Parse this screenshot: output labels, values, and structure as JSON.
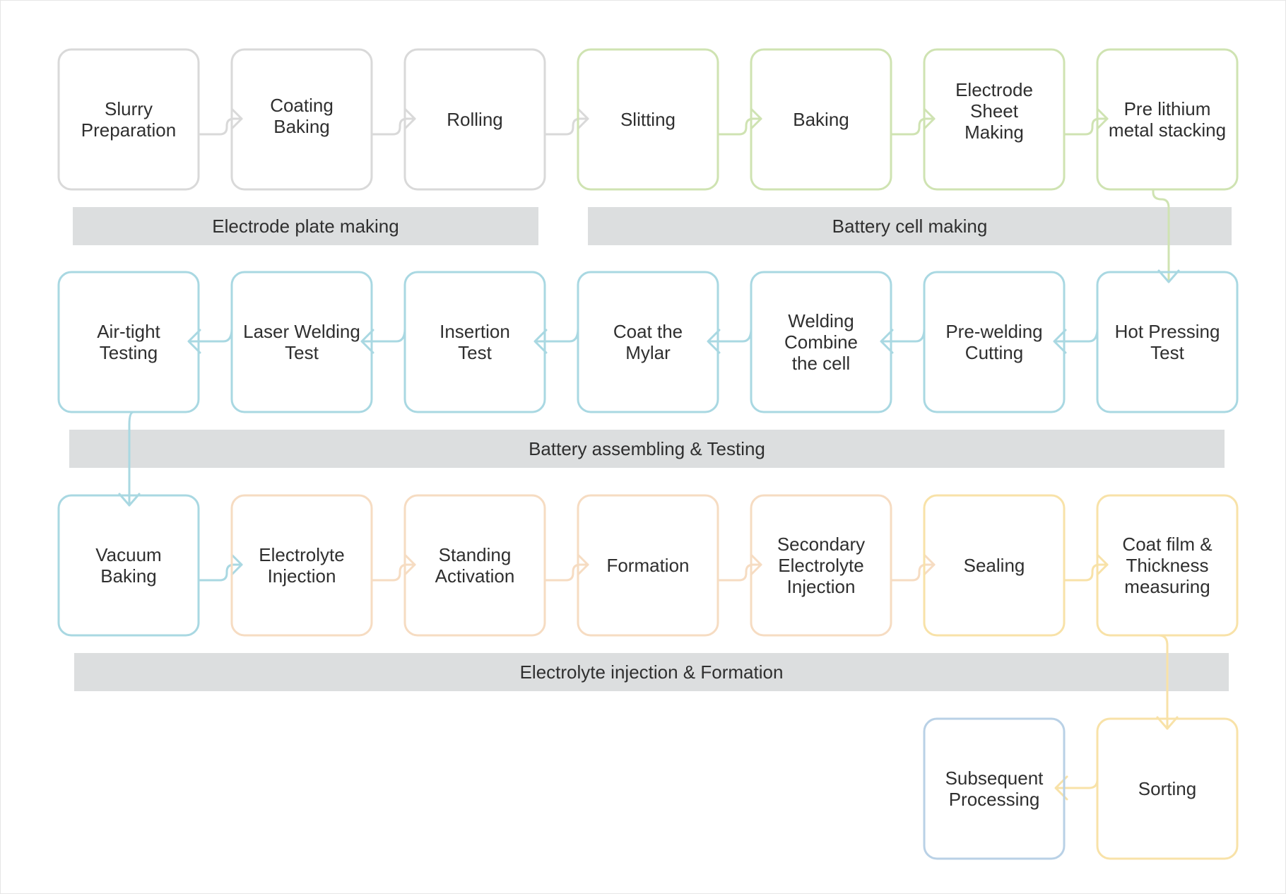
{
  "colors": {
    "gray": "#d9d9d9",
    "green": "#cfe3b2",
    "blue": "#a9d8e2",
    "peach": "#f6dcc2",
    "yellow": "#f8e2a8",
    "lightblue": "#b9d1e6",
    "band": "#dcdedf",
    "text": "#2f2f2f"
  },
  "steps": [
    {
      "id": "slurry",
      "lines": [
        "Slurry",
        "Preparation"
      ],
      "color": "gray"
    },
    {
      "id": "coating",
      "lines": [
        "Coating",
        "Baking"
      ],
      "color": "gray"
    },
    {
      "id": "rolling",
      "lines": [
        "Rolling"
      ],
      "color": "gray"
    },
    {
      "id": "slitting",
      "lines": [
        "Slitting"
      ],
      "color": "green"
    },
    {
      "id": "baking",
      "lines": [
        "Baking"
      ],
      "color": "green"
    },
    {
      "id": "electrode",
      "lines": [
        "Electrode",
        "Sheet",
        "Making"
      ],
      "color": "green"
    },
    {
      "id": "prelithium",
      "lines": [
        "Pre lithium",
        "metal stacking"
      ],
      "color": "green"
    },
    {
      "id": "hotpress",
      "lines": [
        "Hot Pressing",
        "Test"
      ],
      "color": "blue"
    },
    {
      "id": "prewelding",
      "lines": [
        "Pre-welding",
        "Cutting"
      ],
      "color": "blue"
    },
    {
      "id": "welding",
      "lines": [
        "Welding",
        "Combine",
        "the cell"
      ],
      "color": "blue"
    },
    {
      "id": "mylar",
      "lines": [
        "Coat the",
        "Mylar"
      ],
      "color": "blue"
    },
    {
      "id": "insertion",
      "lines": [
        "Insertion",
        "Test"
      ],
      "color": "blue"
    },
    {
      "id": "laser",
      "lines": [
        "Laser Welding",
        "Test"
      ],
      "color": "blue"
    },
    {
      "id": "airtight",
      "lines": [
        "Air-tight",
        "Testing"
      ],
      "color": "blue"
    },
    {
      "id": "vacuum",
      "lines": [
        "Vacuum",
        "Baking"
      ],
      "color": "blue"
    },
    {
      "id": "injection",
      "lines": [
        "Electrolyte",
        "Injection"
      ],
      "color": "peach"
    },
    {
      "id": "standing",
      "lines": [
        "Standing",
        "Activation"
      ],
      "color": "peach"
    },
    {
      "id": "formation",
      "lines": [
        "Formation"
      ],
      "color": "peach"
    },
    {
      "id": "secondary",
      "lines": [
        "Secondary",
        "Electrolyte",
        "Injection"
      ],
      "color": "peach"
    },
    {
      "id": "sealing",
      "lines": [
        "Sealing"
      ],
      "color": "yellow"
    },
    {
      "id": "coatfilm",
      "lines": [
        "Coat film &",
        "Thickness",
        "measuring"
      ],
      "color": "yellow"
    },
    {
      "id": "sorting",
      "lines": [
        "Sorting"
      ],
      "color": "yellow"
    },
    {
      "id": "subsequent",
      "lines": [
        "Subsequent",
        "Processing"
      ],
      "color": "lightblue"
    }
  ],
  "bands": [
    {
      "id": "electrode-plate",
      "label": "Electrode plate making"
    },
    {
      "id": "battery-cell",
      "label": "Battery cell making"
    },
    {
      "id": "assembling",
      "label": "Battery assembling & Testing"
    },
    {
      "id": "injection-formation",
      "label": "Electrolyte injection & Formation"
    }
  ]
}
